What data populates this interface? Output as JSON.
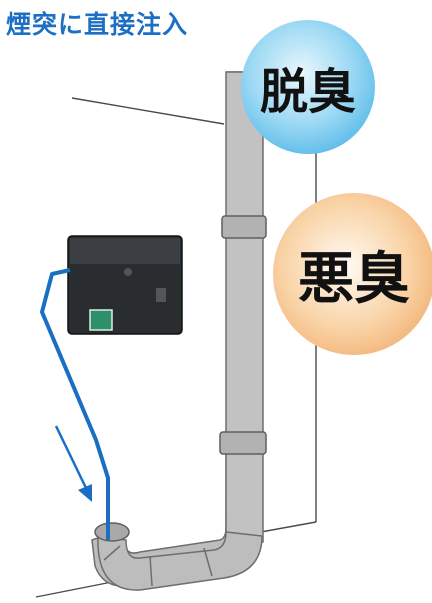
{
  "title": "煙突に直接注入",
  "badges": {
    "deodorized": "脱臭",
    "bad_odor": "悪臭"
  },
  "colors": {
    "title": "#1d6fc4",
    "tube": "#1a6fc2",
    "pipe": "#bfbfbf",
    "pipe_outline": "#6e6e6e",
    "clean_bubble": "#2fa7e3",
    "bad_bubble": "#ee9b55"
  },
  "icons": {
    "flow_arrow": "arrow-icon",
    "device": "injector-device"
  }
}
